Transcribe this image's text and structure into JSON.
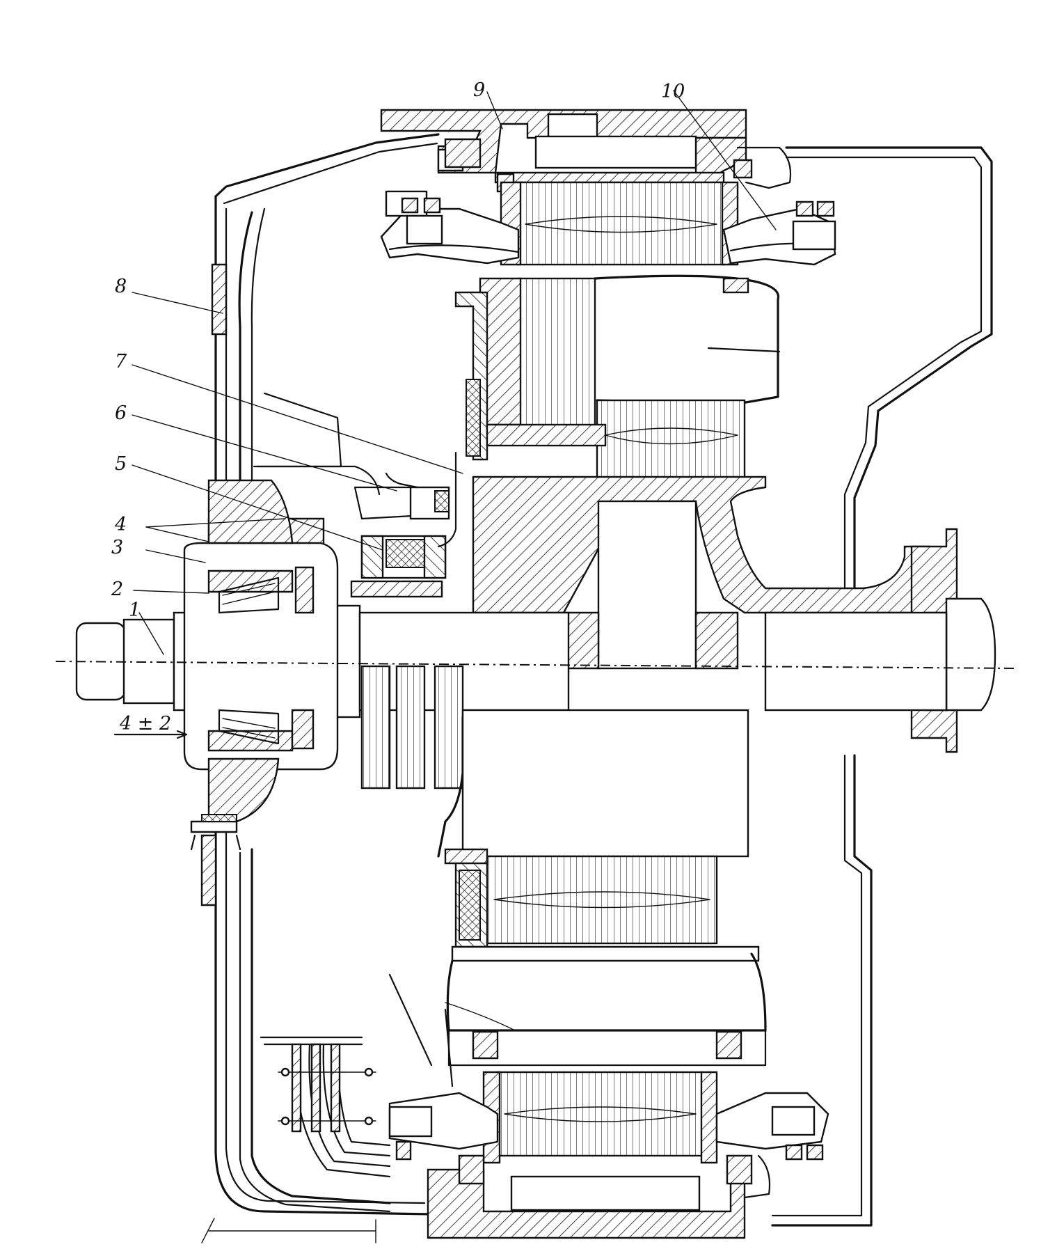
{
  "labels": {
    "l1": "1",
    "l2": "2",
    "l3": "3",
    "l4": "4",
    "l5": "5",
    "l6": "6",
    "l7": "7",
    "l8": "8",
    "l9": "9",
    "l10": "10",
    "clearance": "4 ± 2"
  }
}
